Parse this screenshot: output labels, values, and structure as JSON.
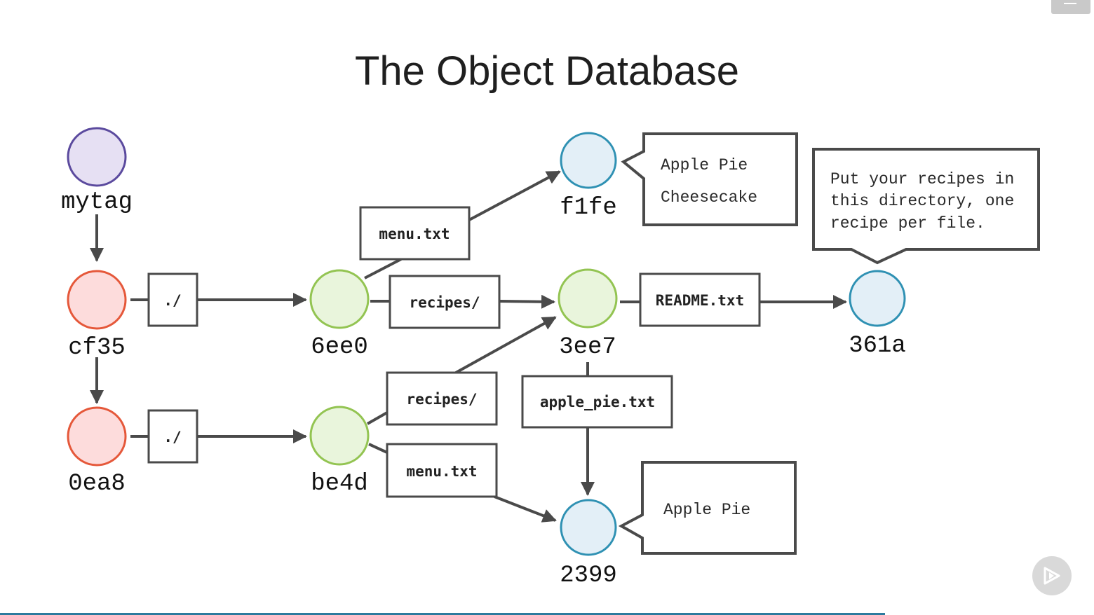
{
  "slide": {
    "title": "The Object Database"
  },
  "colors": {
    "tag_fill": "#e6e0f3",
    "tag_stroke": "#5b4a9e",
    "commit_fill": "#fddcdc",
    "commit_stroke": "#e5583a",
    "tree_fill": "#e9f5dc",
    "tree_stroke": "#93c452",
    "blob_fill": "#e3eff7",
    "blob_stroke": "#2f91b3",
    "line": "#4a4a4a"
  },
  "nodes": {
    "mytag": "mytag",
    "cf35": "cf35",
    "0ea8": "0ea8",
    "6ee0": "6ee0",
    "be4d": "be4d",
    "f1fe": "f1fe",
    "3ee7": "3ee7",
    "361a": "361a",
    "2399": "2399"
  },
  "edge_labels": {
    "cf35_root": "./",
    "0ea8_root": "./",
    "6ee0_menu": "menu.txt",
    "6ee0_recipes": "recipes/",
    "be4d_recipes": "recipes/",
    "be4d_menu": "menu.txt",
    "3ee7_readme": "README.txt",
    "3ee7_apple": "apple_pie.txt"
  },
  "callouts": {
    "f1fe": [
      "Apple Pie",
      "Cheesecake"
    ],
    "361a": [
      "Put your recipes in",
      "this directory, one",
      "recipe per file."
    ],
    "2399": [
      "Apple Pie"
    ]
  },
  "controls": {
    "menu_icon": "hamburger-icon",
    "play_icon": "play-icon"
  }
}
